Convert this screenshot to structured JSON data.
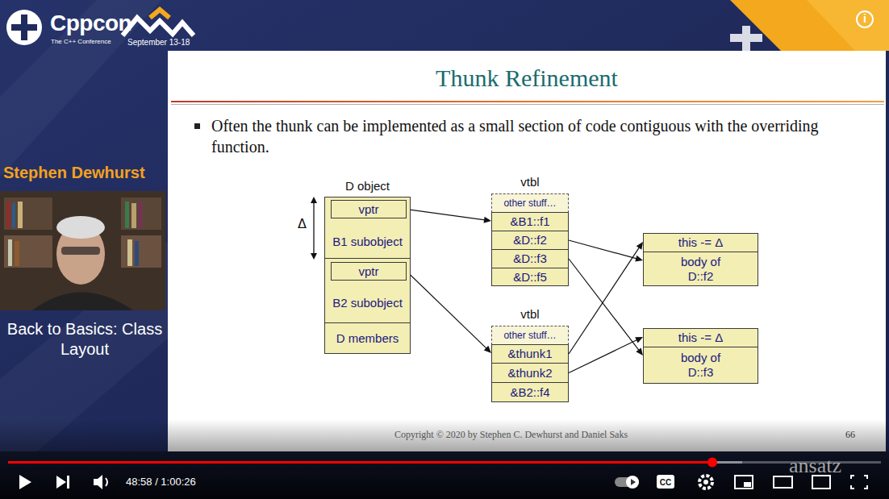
{
  "diagram": {
    "title": "Thunk Refinement",
    "nodes": [
      {
        "text": [
          "D object"
        ]
      },
      {
        "text": [
          "B1 subobject"
        ],
        "in": 0
      },
      {
        "text": [
          "vptr"
        ],
        "in": 1
      },
      {
        "text": [
          "B2 subobject"
        ],
        "in": 0
      },
      {
        "text": [
          "vptr"
        ],
        "in": 3
      },
      {
        "text": [
          "D members"
        ],
        "in": 0
      },
      {
        "text": [
          "vtbl"
        ]
      },
      {
        "text": [
          "other stuff…"
        ],
        "in": 6
      },
      {
        "text": [
          "&B1::f1"
        ],
        "in": 6
      },
      {
        "text": [
          "&D::f2"
        ],
        "in": 6
      },
      {
        "text": [
          "&D::f3"
        ],
        "in": 6
      },
      {
        "text": [
          "&D::f5"
        ],
        "in": 6
      },
      {
        "text": [
          "vtbl"
        ]
      },
      {
        "text": [
          "other stuff…"
        ],
        "in": 12
      },
      {
        "text": [
          "&thunk1"
        ],
        "in": 12
      },
      {
        "text": [
          "&thunk2"
        ],
        "in": 12
      },
      {
        "text": [
          "&B2::f4"
        ],
        "in": 12
      },
      {
        "text": [
          "this -= Δ"
        ]
      },
      {
        "text": [
          "body of D::f2"
        ]
      },
      {
        "text": [
          "this -= Δ"
        ]
      },
      {
        "text": [
          "body of D::f3"
        ]
      }
    ],
    "edges": [
      {
        "from": 2,
        "to": 8,
        "arrow": "to"
      },
      {
        "from": 4,
        "to": 14,
        "arrow": "to"
      },
      {
        "from": 9,
        "to": 18,
        "arrow": "to"
      },
      {
        "from": 10,
        "to": 20,
        "arrow": "to"
      },
      {
        "from": 14,
        "to": 17,
        "arrow": "to"
      },
      {
        "from": 15,
        "to": 19,
        "arrow": "to"
      }
    ],
    "labels": [
      "Cppcon",
      "The C++ Conference",
      "September 13-18",
      "Stephen Dewhurst",
      "Back to Basics: Class Layout",
      "i",
      "Often the thunk can be implemented as a small section of code contiguous with the overriding function.",
      "Δ",
      "Copyright © 2020 by Stephen C. Dewhurst and Daniel Saks",
      "66",
      "48:58 / 1:00:26",
      "CC",
      "ansatz"
    ]
  }
}
